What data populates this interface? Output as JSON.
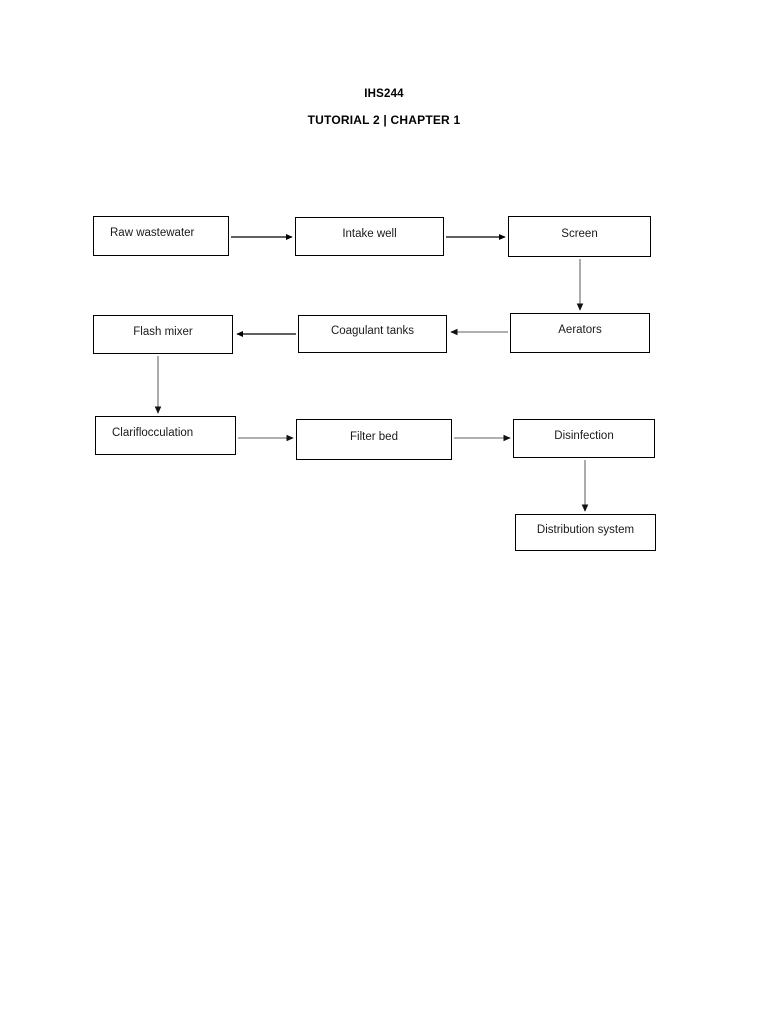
{
  "document": {
    "title_line_1": "IHS244",
    "title_line_2": "TUTORIAL 2 | CHAPTER 1"
  },
  "colors": {
    "page_background": "#ffffff",
    "box_border": "#000000",
    "text": "#1a1a1a",
    "connector_dark": "#000000",
    "connector_gray": "#808080"
  },
  "chart_data": {
    "type": "diagram",
    "diagram_kind": "process-flowchart",
    "title": "IHS244 — TUTORIAL 2 | CHAPTER 1",
    "orientation": "serpentine (left-to-right, then right-to-left, then left-to-right)",
    "nodes": [
      {
        "id": "raw-wastewater",
        "label": "Raw wastewater",
        "row": 1,
        "column": 1,
        "text_align": "left"
      },
      {
        "id": "intake-well",
        "label": "Intake well",
        "row": 1,
        "column": 2,
        "text_align": "center"
      },
      {
        "id": "screen",
        "label": "Screen",
        "row": 1,
        "column": 3,
        "text_align": "center"
      },
      {
        "id": "aerators",
        "label": "Aerators",
        "row": 2,
        "column": 3,
        "text_align": "center"
      },
      {
        "id": "coagulant-tanks",
        "label": "Coagulant tanks",
        "row": 2,
        "column": 2,
        "text_align": "center"
      },
      {
        "id": "flash-mixer",
        "label": "Flash mixer",
        "row": 2,
        "column": 1,
        "text_align": "center"
      },
      {
        "id": "clariflocculation",
        "label": "Clariflocculation",
        "row": 3,
        "column": 1,
        "text_align": "left"
      },
      {
        "id": "filter-bed",
        "label": "Filter bed",
        "row": 3,
        "column": 2,
        "text_align": "center"
      },
      {
        "id": "disinfection",
        "label": "Disinfection",
        "row": 3,
        "column": 3,
        "text_align": "center"
      },
      {
        "id": "distribution-system",
        "label": "Distribution system",
        "row": 4,
        "column": 3,
        "text_align": "center"
      }
    ],
    "edges": [
      {
        "from": "raw-wastewater",
        "to": "intake-well",
        "direction": "right",
        "color": "#000000"
      },
      {
        "from": "intake-well",
        "to": "screen",
        "direction": "right",
        "color": "#000000"
      },
      {
        "from": "screen",
        "to": "aerators",
        "direction": "down",
        "color": "#808080"
      },
      {
        "from": "aerators",
        "to": "coagulant-tanks",
        "direction": "left",
        "color": "#808080"
      },
      {
        "from": "coagulant-tanks",
        "to": "flash-mixer",
        "direction": "left",
        "color": "#000000"
      },
      {
        "from": "flash-mixer",
        "to": "clariflocculation",
        "direction": "down",
        "color": "#808080"
      },
      {
        "from": "clariflocculation",
        "to": "filter-bed",
        "direction": "right",
        "color": "#808080"
      },
      {
        "from": "filter-bed",
        "to": "disinfection",
        "direction": "right",
        "color": "#808080"
      },
      {
        "from": "disinfection",
        "to": "distribution-system",
        "direction": "down",
        "color": "#808080"
      }
    ]
  }
}
